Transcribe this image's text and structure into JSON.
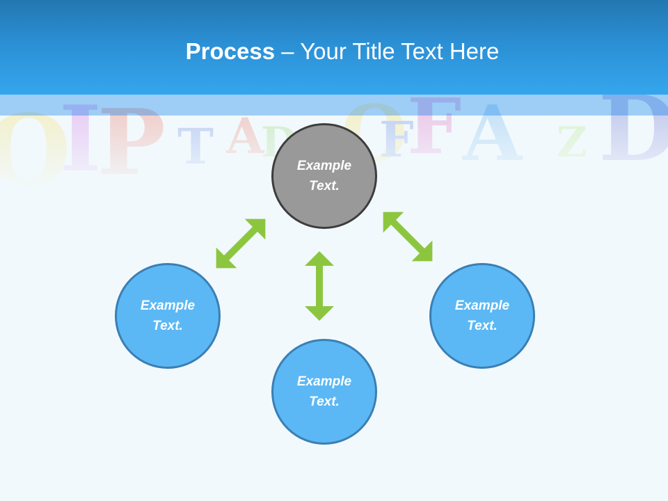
{
  "slide": {
    "title_bold": "Process",
    "title_rest": " – Your Title Text Here"
  },
  "diagram": {
    "center_node": {
      "line1": "Example",
      "line2": "Text."
    },
    "nodes": [
      {
        "position": "left",
        "line1": "Example",
        "line2": "Text."
      },
      {
        "position": "bottom",
        "line1": "Example",
        "line2": "Text."
      },
      {
        "position": "right",
        "line1": "Example",
        "line2": "Text."
      }
    ],
    "connectors": [
      {
        "from": "center",
        "to": "left",
        "type": "double-arrow"
      },
      {
        "from": "center",
        "to": "bottom",
        "type": "double-arrow"
      },
      {
        "from": "center",
        "to": "right",
        "type": "double-arrow"
      }
    ]
  },
  "background": {
    "decoration": "colorful-alphabet-letters",
    "letters": [
      "O",
      "I",
      "P",
      "T",
      "A",
      "D",
      "O",
      "F",
      "F",
      "A",
      "Z",
      "D"
    ]
  },
  "colors": {
    "header_top": "#2377b0",
    "header_bottom": "#35a6ee",
    "center_node_fill": "#999999",
    "center_node_border": "#3d3d3d",
    "node_fill": "#5bb8f5",
    "node_border": "#3b7fb3",
    "arrow": "#8cc63f",
    "background": "#f2f9fd"
  }
}
